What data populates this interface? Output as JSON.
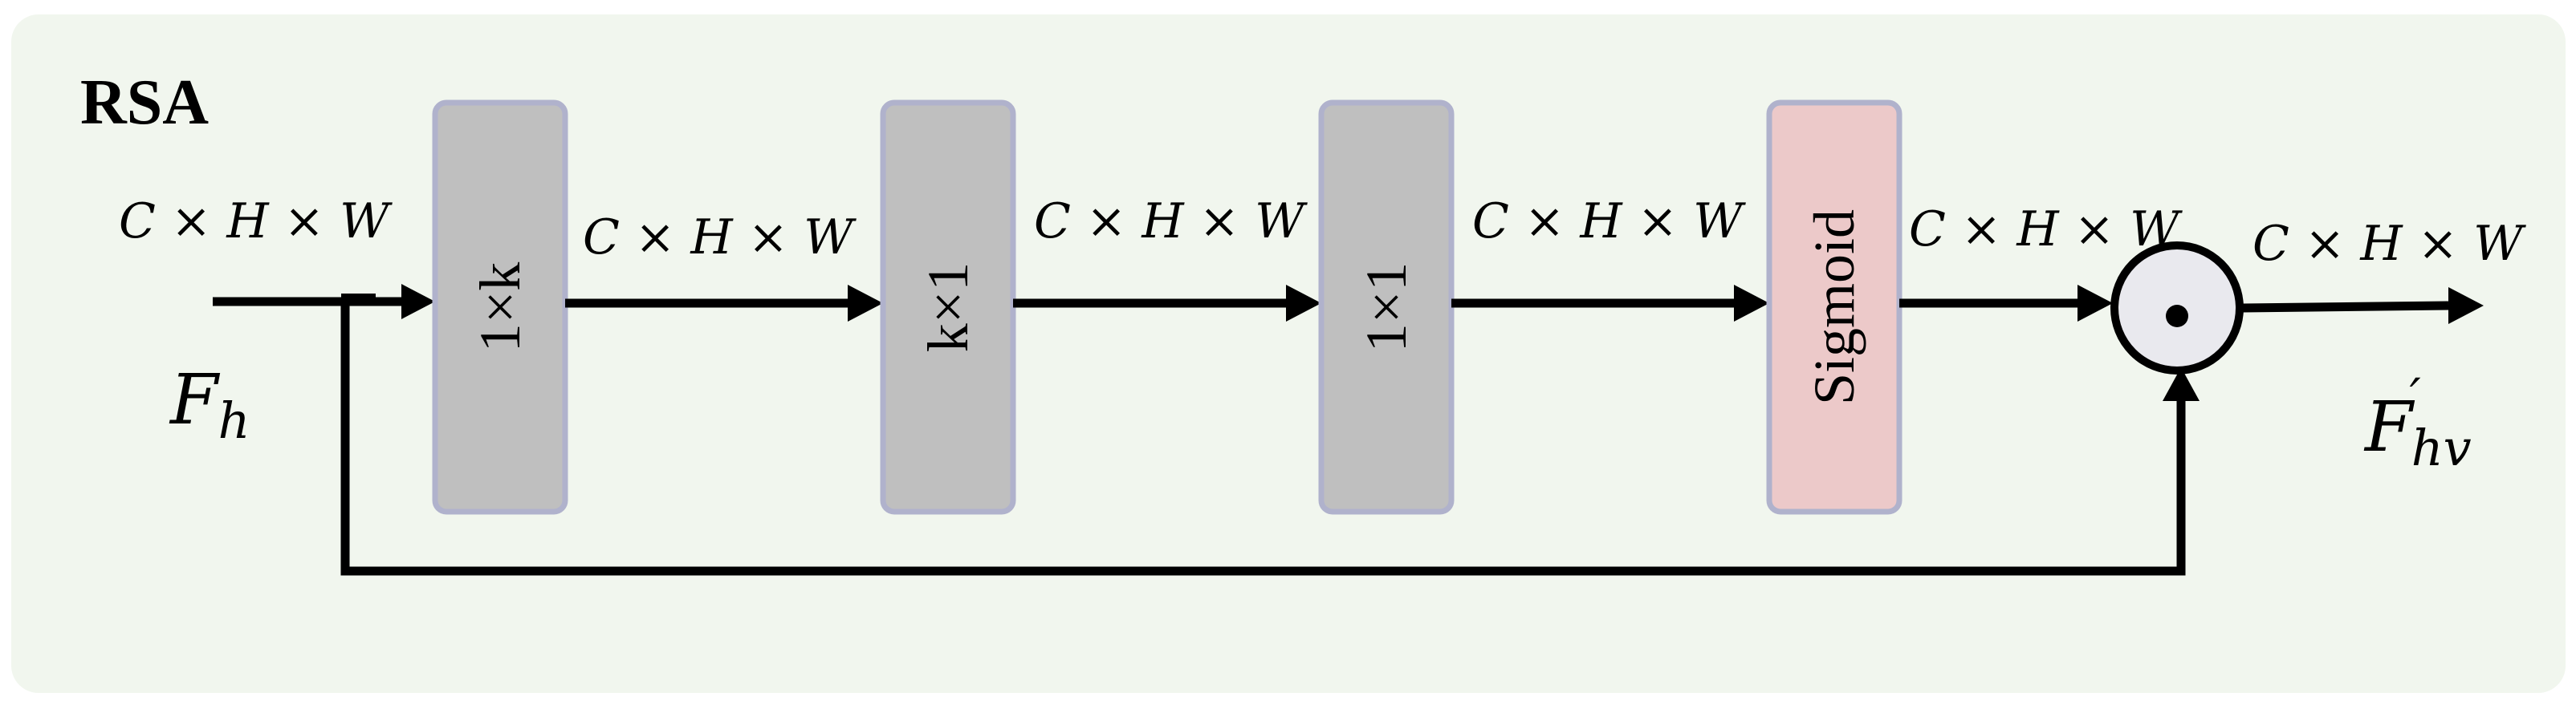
{
  "title": "RSA",
  "dims": [
    "C × H × W",
    "C × H × W",
    "C × H × W",
    "C × H × W",
    "C × H × W",
    "C × H × W"
  ],
  "blocks": [
    {
      "label": "1×k",
      "color": "#bfbfbf"
    },
    {
      "label": "k×1",
      "color": "#bfbfbf"
    },
    {
      "label": "1×1",
      "color": "#bfbfbf"
    },
    {
      "label": "Sigmoid",
      "color": "#ecc9c9"
    }
  ],
  "input_var": {
    "main": "F",
    "sub": "h"
  },
  "output_var": {
    "main": "F",
    "prime": "′",
    "sub": "hv"
  },
  "operator_symbol": "•",
  "colors": {
    "panel_bg": "#f1f6ee",
    "block_border": "#b0b2cc",
    "operator_fill": "#e9e9ee",
    "line": "#000000"
  }
}
